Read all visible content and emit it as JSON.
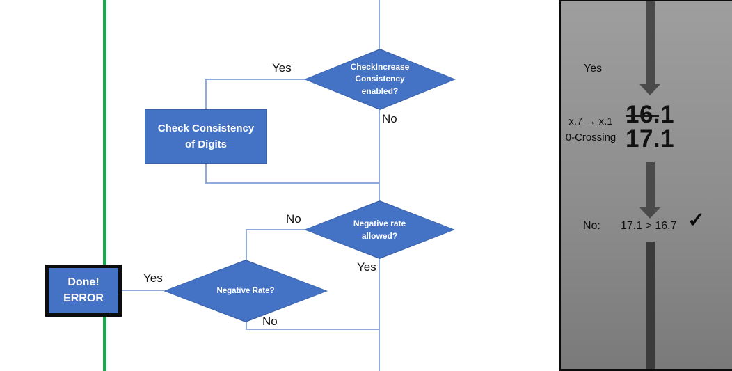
{
  "colors": {
    "shape_blue": "#4472C4",
    "shape_border_blue": "#3A62A9",
    "connector_blue": "#8FAADC",
    "green_line": "#1EA550",
    "panel_gray_top": "#9E9E9E",
    "panel_gray_bottom": "#7A7A7A",
    "arrow_gray": "#4A4A4A",
    "terminator_border": "#0D0D0D"
  },
  "flowchart": {
    "decision_check_increase": {
      "lines": [
        "CheckIncrease",
        "Consistency",
        "enabled?"
      ],
      "yes_label": "Yes",
      "no_label": "No"
    },
    "process_check_consistency": {
      "lines": [
        "Check Consistency",
        "of Digits"
      ]
    },
    "decision_negative_rate_allowed": {
      "lines": [
        "Negative rate",
        "allowed?"
      ],
      "no_label": "No",
      "yes_label": "Yes"
    },
    "decision_negative_rate": {
      "label": "Negative Rate?",
      "yes_label": "Yes",
      "no_label": "No"
    },
    "terminator_done_error": {
      "lines": [
        "Done!",
        "ERROR"
      ]
    }
  },
  "side_panel": {
    "yes_label": "Yes",
    "annotation_line1": "x.7 → x.1",
    "annotation_line2": "0-Crossing",
    "old_value": "16.1",
    "new_value": "17.1",
    "no_label": "No:",
    "comparison": "17.1 > 16.7",
    "check_mark": "✓"
  }
}
